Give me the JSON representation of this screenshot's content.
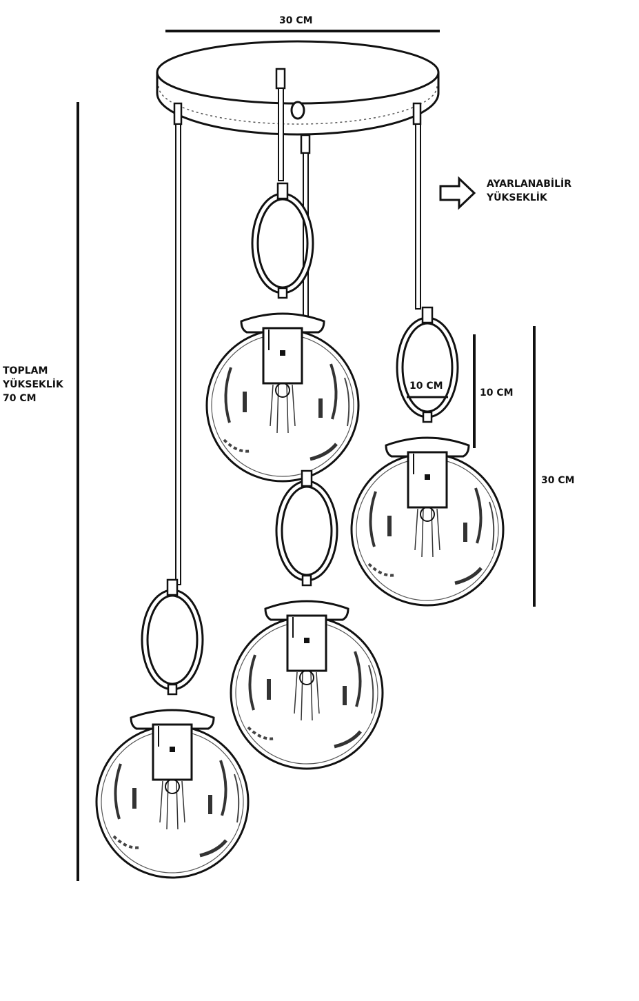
{
  "labels": {
    "width_top": "30 CM",
    "adjustable_line1": "AYARLANABİLİR",
    "adjustable_line2": "YÜKSEKLİK",
    "total_line1": "TOPLAM",
    "total_line2": "YÜKSEKLİK",
    "total_line3": "70 CM",
    "ring_width": "10 CM",
    "ring_height": "10 CM",
    "pendant_height": "30 CM"
  },
  "colors": {
    "ink": "#111111",
    "fill": "#ffffff",
    "glass_shade": "#555555"
  },
  "icons": [
    "right-arrow-icon"
  ]
}
